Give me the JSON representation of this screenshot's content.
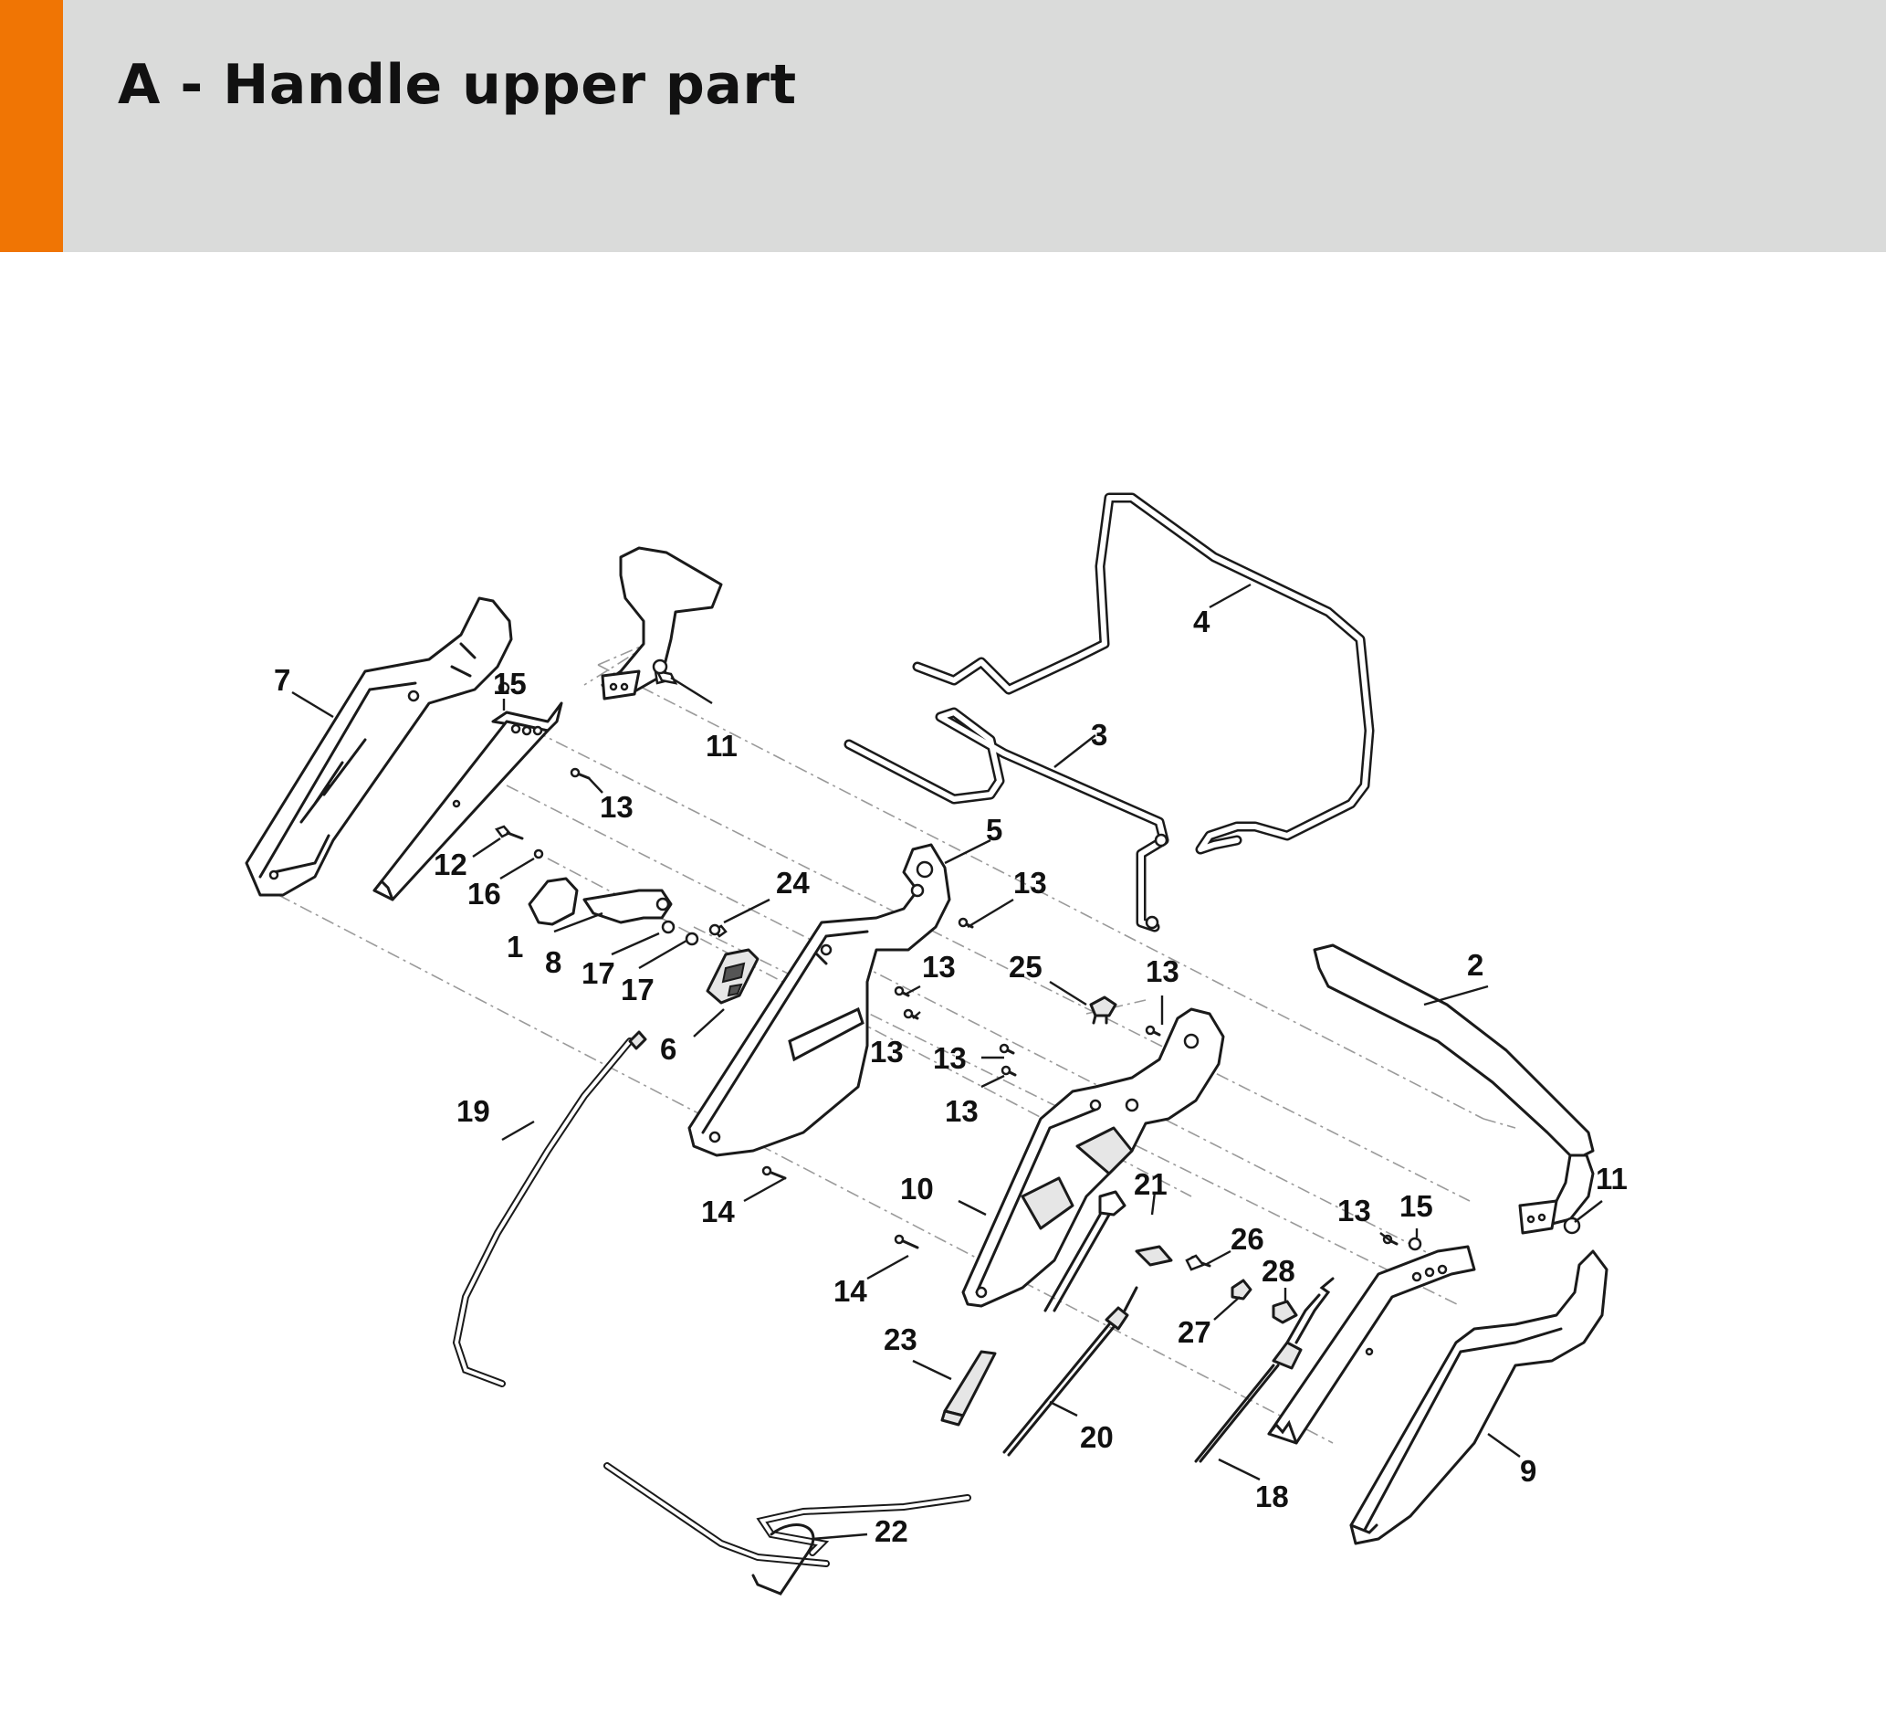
{
  "header": {
    "title": "A - Handle upper part",
    "accent_color": "#f07504",
    "background_color": "#dadbda"
  },
  "diagram": {
    "callouts": [
      {
        "id": "c7",
        "label": "7"
      },
      {
        "id": "c15a",
        "label": "15"
      },
      {
        "id": "c11a",
        "label": "11"
      },
      {
        "id": "c4",
        "label": "4"
      },
      {
        "id": "c3",
        "label": "3"
      },
      {
        "id": "c13a",
        "label": "13"
      },
      {
        "id": "c12",
        "label": "12"
      },
      {
        "id": "c16",
        "label": "16"
      },
      {
        "id": "c1",
        "label": "1"
      },
      {
        "id": "c8",
        "label": "8"
      },
      {
        "id": "c17a",
        "label": "17"
      },
      {
        "id": "c17b",
        "label": "17"
      },
      {
        "id": "c24",
        "label": "24"
      },
      {
        "id": "c5",
        "label": "5"
      },
      {
        "id": "c13b",
        "label": "13"
      },
      {
        "id": "c13c",
        "label": "13"
      },
      {
        "id": "c13d",
        "label": "13"
      },
      {
        "id": "c6",
        "label": "6"
      },
      {
        "id": "c25",
        "label": "25"
      },
      {
        "id": "c13e",
        "label": "13"
      },
      {
        "id": "c2",
        "label": "2"
      },
      {
        "id": "c13f",
        "label": "13"
      },
      {
        "id": "c13g",
        "label": "13"
      },
      {
        "id": "c19",
        "label": "19"
      },
      {
        "id": "c14a",
        "label": "14"
      },
      {
        "id": "c10",
        "label": "10"
      },
      {
        "id": "c21",
        "label": "21"
      },
      {
        "id": "c13h",
        "label": "13"
      },
      {
        "id": "c15b",
        "label": "15"
      },
      {
        "id": "c11b",
        "label": "11"
      },
      {
        "id": "c26",
        "label": "26"
      },
      {
        "id": "c28",
        "label": "28"
      },
      {
        "id": "c14b",
        "label": "14"
      },
      {
        "id": "c27",
        "label": "27"
      },
      {
        "id": "c23",
        "label": "23"
      },
      {
        "id": "c20",
        "label": "20"
      },
      {
        "id": "c18",
        "label": "18"
      },
      {
        "id": "c9",
        "label": "9"
      },
      {
        "id": "c22",
        "label": "22"
      }
    ]
  }
}
